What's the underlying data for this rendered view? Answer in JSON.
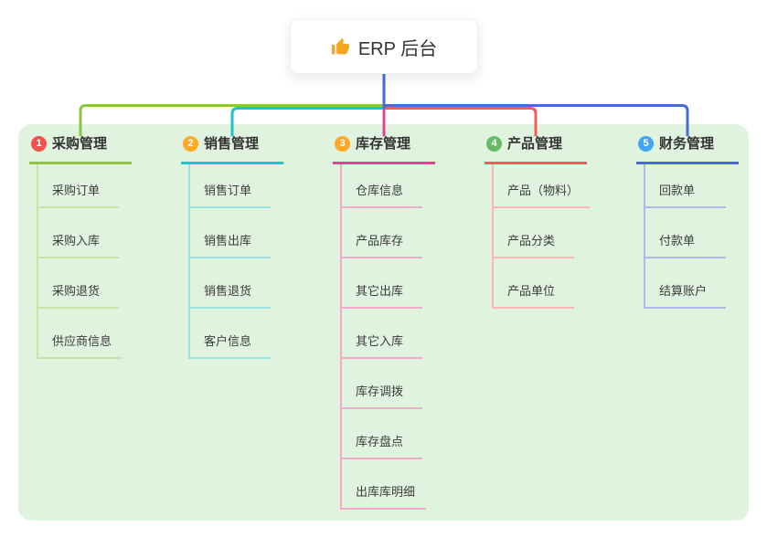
{
  "root": {
    "label": "ERP 后台",
    "icon": "thumbs-up",
    "icon_color": "#F5A623",
    "stem_color": "#4A6BD6"
  },
  "canvas": {
    "bg": "#DFF3DE"
  },
  "branches": [
    {
      "num": "1",
      "label": "采购管理",
      "color": "#8DC63F",
      "color_light": "#CDE3A6",
      "badge_color": "#EF5350",
      "children": [
        "采购订单",
        "采购入库",
        "采购退货",
        "供应商信息"
      ]
    },
    {
      "num": "2",
      "label": "销售管理",
      "color": "#21C2C8",
      "color_light": "#9BE0E3",
      "badge_color": "#FFA726",
      "children": [
        "销售订单",
        "销售出库",
        "销售退货",
        "客户信息"
      ]
    },
    {
      "num": "3",
      "label": "库存管理",
      "color": "#E0458F",
      "color_light": "#F2A9CC",
      "badge_color": "#FFA726",
      "children": [
        "仓库信息",
        "产品库存",
        "其它出库",
        "其它入库",
        "库存调拨",
        "库存盘点",
        "出库库明细"
      ]
    },
    {
      "num": "4",
      "label": "产品管理",
      "color": "#F45B5B",
      "color_light": "#F9B8B4",
      "badge_color": "#66BB6A",
      "children": [
        "产品（物料）",
        "产品分类",
        "产品单位"
      ]
    },
    {
      "num": "5",
      "label": "财务管理",
      "color": "#4A6BD6",
      "color_light": "#AFB9E8",
      "badge_color": "#42A5F5",
      "children": [
        "回款单",
        "付款单",
        "结算账户"
      ]
    }
  ]
}
